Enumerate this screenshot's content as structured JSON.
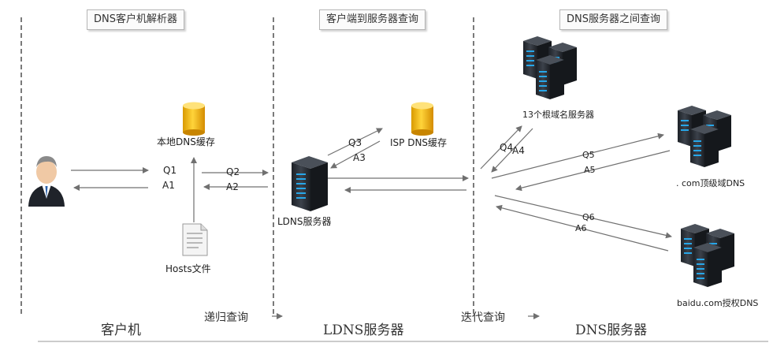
{
  "sections": {
    "client_resolver": "DNS客户机解析器",
    "client_to_server": "客户端到服务器查询",
    "between_servers": "DNS服务器之间查询"
  },
  "nodes": {
    "local_cache": "本地DNS缓存",
    "hosts_file": "Hosts文件",
    "ldns_server": "LDNS服务器",
    "isp_cache": "ISP  DNS缓存",
    "root_servers": "13个根域名服务器",
    "tld_server": ". com顶级域DNS",
    "auth_server": "baidu.com授权DNS"
  },
  "messages": {
    "q1": "Q1",
    "a1": "A1",
    "q2": "Q2",
    "a2": "A2",
    "q3": "Q3",
    "a3": "A3",
    "q4": "Q4",
    "a4": "A4",
    "q5": "Q5",
    "a5": "A5",
    "q6": "Q6",
    "a6": "A6"
  },
  "modes": {
    "recursive": "递归查询",
    "iterative": "迭代查询"
  },
  "footer": {
    "client": "客户机",
    "ldns": "LDNS服务器",
    "dns": "DNS服务器"
  },
  "colors": {
    "arrow": "#707070",
    "divider": "#222222",
    "cache": "#f2b705",
    "server": "#2b2f36"
  }
}
